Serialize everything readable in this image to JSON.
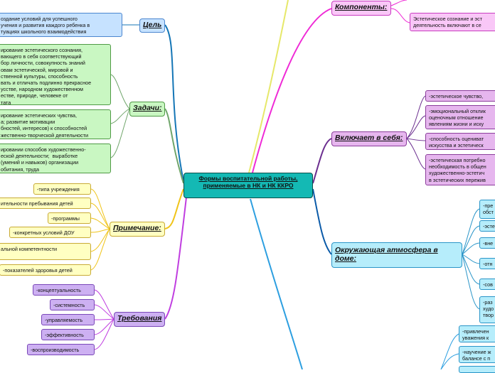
{
  "center": {
    "title": "Формы воспитательной работы,\nприменяемые в НК и НК ККРО"
  },
  "branches": {
    "cel": {
      "label": "Цель",
      "items": [
        "оздание условий для успешного\nучения и развития каждого ребенка в\nтуациях школьного взаимодействия"
      ]
    },
    "zadachi": {
      "label": "Задачи:",
      "items": [
        "ирование эстетического сознания,\nвающего в себя соответствующий\nбор личности, совокупность знаний\nовам эстетической, мировой и\nственной культуры, способность\nвать и отличать подлинно прекрасное\nусстве, народном художественном\nестве, природе, человеке от\nтата",
        "ирование эстетических чувства,\nа; развитие мотивации\nбностей, интересов) к способностей\nжественно-творческой деятельности",
        "ировании способов художественно-\nеской деятельности;  выработке\n(умений и навыков) организации\nобитания, труда"
      ]
    },
    "primechanie": {
      "label": "Примечание:",
      "items": [
        "-типа учреждения",
        "ительности пребывания детей",
        "-программы",
        "-конкретных условий ДОУ",
        "альной компетентности",
        "-показателей здоровья детей"
      ]
    },
    "trebovaniya": {
      "label": "Требования",
      "items": [
        "-концептуальность",
        "-системность",
        "-управляемость",
        "-эффективность",
        "-воспроизводимость"
      ]
    },
    "komponenty": {
      "label": "Компоненты:",
      "items": [
        "Эстетическое сознание и эст\nдеятельность включают в се"
      ]
    },
    "vklyuchaet": {
      "label": "Включает в себя:",
      "items": [
        "-эстетическое чувство,",
        "-эмоциональный отклик\nоценочным отношение\nявлениям жизни и иску",
        "-способность оцениват\nискусства и эстетическ",
        "-эстетическая потребно\nнеобходимость в общен\nхудожественно-эстетич\nв эстетических пережив"
      ]
    },
    "okruzhayushchaya": {
      "label": "Окружающая атмосфера в\nдоме:",
      "items": [
        "-пре\nобст",
        "-эсте",
        "-вне",
        "-отн",
        "-сов",
        "-раз\nхудо\nтвор"
      ]
    },
    "bottom": {
      "items": [
        "-привлечен\nуважения к",
        "-научение ж\nбалансе с п"
      ]
    }
  },
  "colors": {
    "center_fill": "#14b9b4",
    "cel": "#1576b6",
    "zadachi": "#6fa56a",
    "primechanie": "#f0c419",
    "trebovaniya": "#c03ee0",
    "komponenty": "#ef2ad6",
    "vklyuchaet": "#6b2e8f",
    "okruzhayushchaya": "#0a5aa8",
    "bottom": "#2d9fe0",
    "top_yellow": "#e6e86a"
  }
}
